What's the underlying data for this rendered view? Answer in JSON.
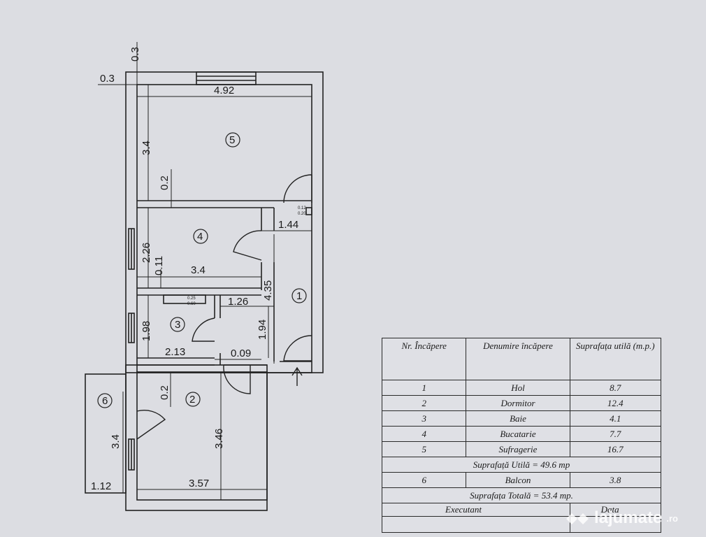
{
  "plan": {
    "dims": {
      "wall_vertical_top": "0.3",
      "wall_horizontal_left": "0.3",
      "sufragerie_width": "4.92",
      "sufragerie_height": "3.4",
      "sufragerie_gap": "0.2",
      "bucatarie_height": "2.26",
      "bucatarie_gap": "0.11",
      "bucatarie_width": "3.4",
      "hol_width": "1.44",
      "hol_height": "4.35",
      "chimney_a": "0.12",
      "chimney_b": "0.20",
      "shaft_a": "0.25",
      "shaft_b": "0.60",
      "baie_height": "1.98",
      "baie_width": "2.13",
      "hol_inner_width": "1.26",
      "hol_inner_height": "1.94",
      "hol_gap": "0.09",
      "dormitor_gap": "0.2",
      "balcon_height": "3.4",
      "dormitor_height": "3.46",
      "dormitor_width": "3.57",
      "balcon_width": "1.12"
    },
    "rooms": {
      "r1": "1",
      "r2": "2",
      "r3": "3",
      "r4": "4",
      "r5": "5",
      "r6": "6"
    }
  },
  "table": {
    "headers": [
      "Nr. Încăpere",
      "Denumire încăpere",
      "Suprafața utilă (m.p.)"
    ],
    "rows": [
      {
        "nr": "1",
        "name": "Hol",
        "area": "8.7"
      },
      {
        "nr": "2",
        "name": "Dormitor",
        "area": "12.4"
      },
      {
        "nr": "3",
        "name": "Baie",
        "area": "4.1"
      },
      {
        "nr": "4",
        "name": "Bucatarie",
        "area": "7.7"
      },
      {
        "nr": "5",
        "name": "Sufragerie",
        "area": "16.7"
      }
    ],
    "useful_total": "Suprafață Utilă = 49.6 mp",
    "balcony": {
      "nr": "6",
      "name": "Balcon",
      "area": "3.8"
    },
    "grand_total": "Suprafața Totală = 53.4 mp.",
    "executant_label": "Executant",
    "date_label": "Data"
  },
  "watermark": {
    "name": "lajumate",
    "tld": ".ro"
  }
}
